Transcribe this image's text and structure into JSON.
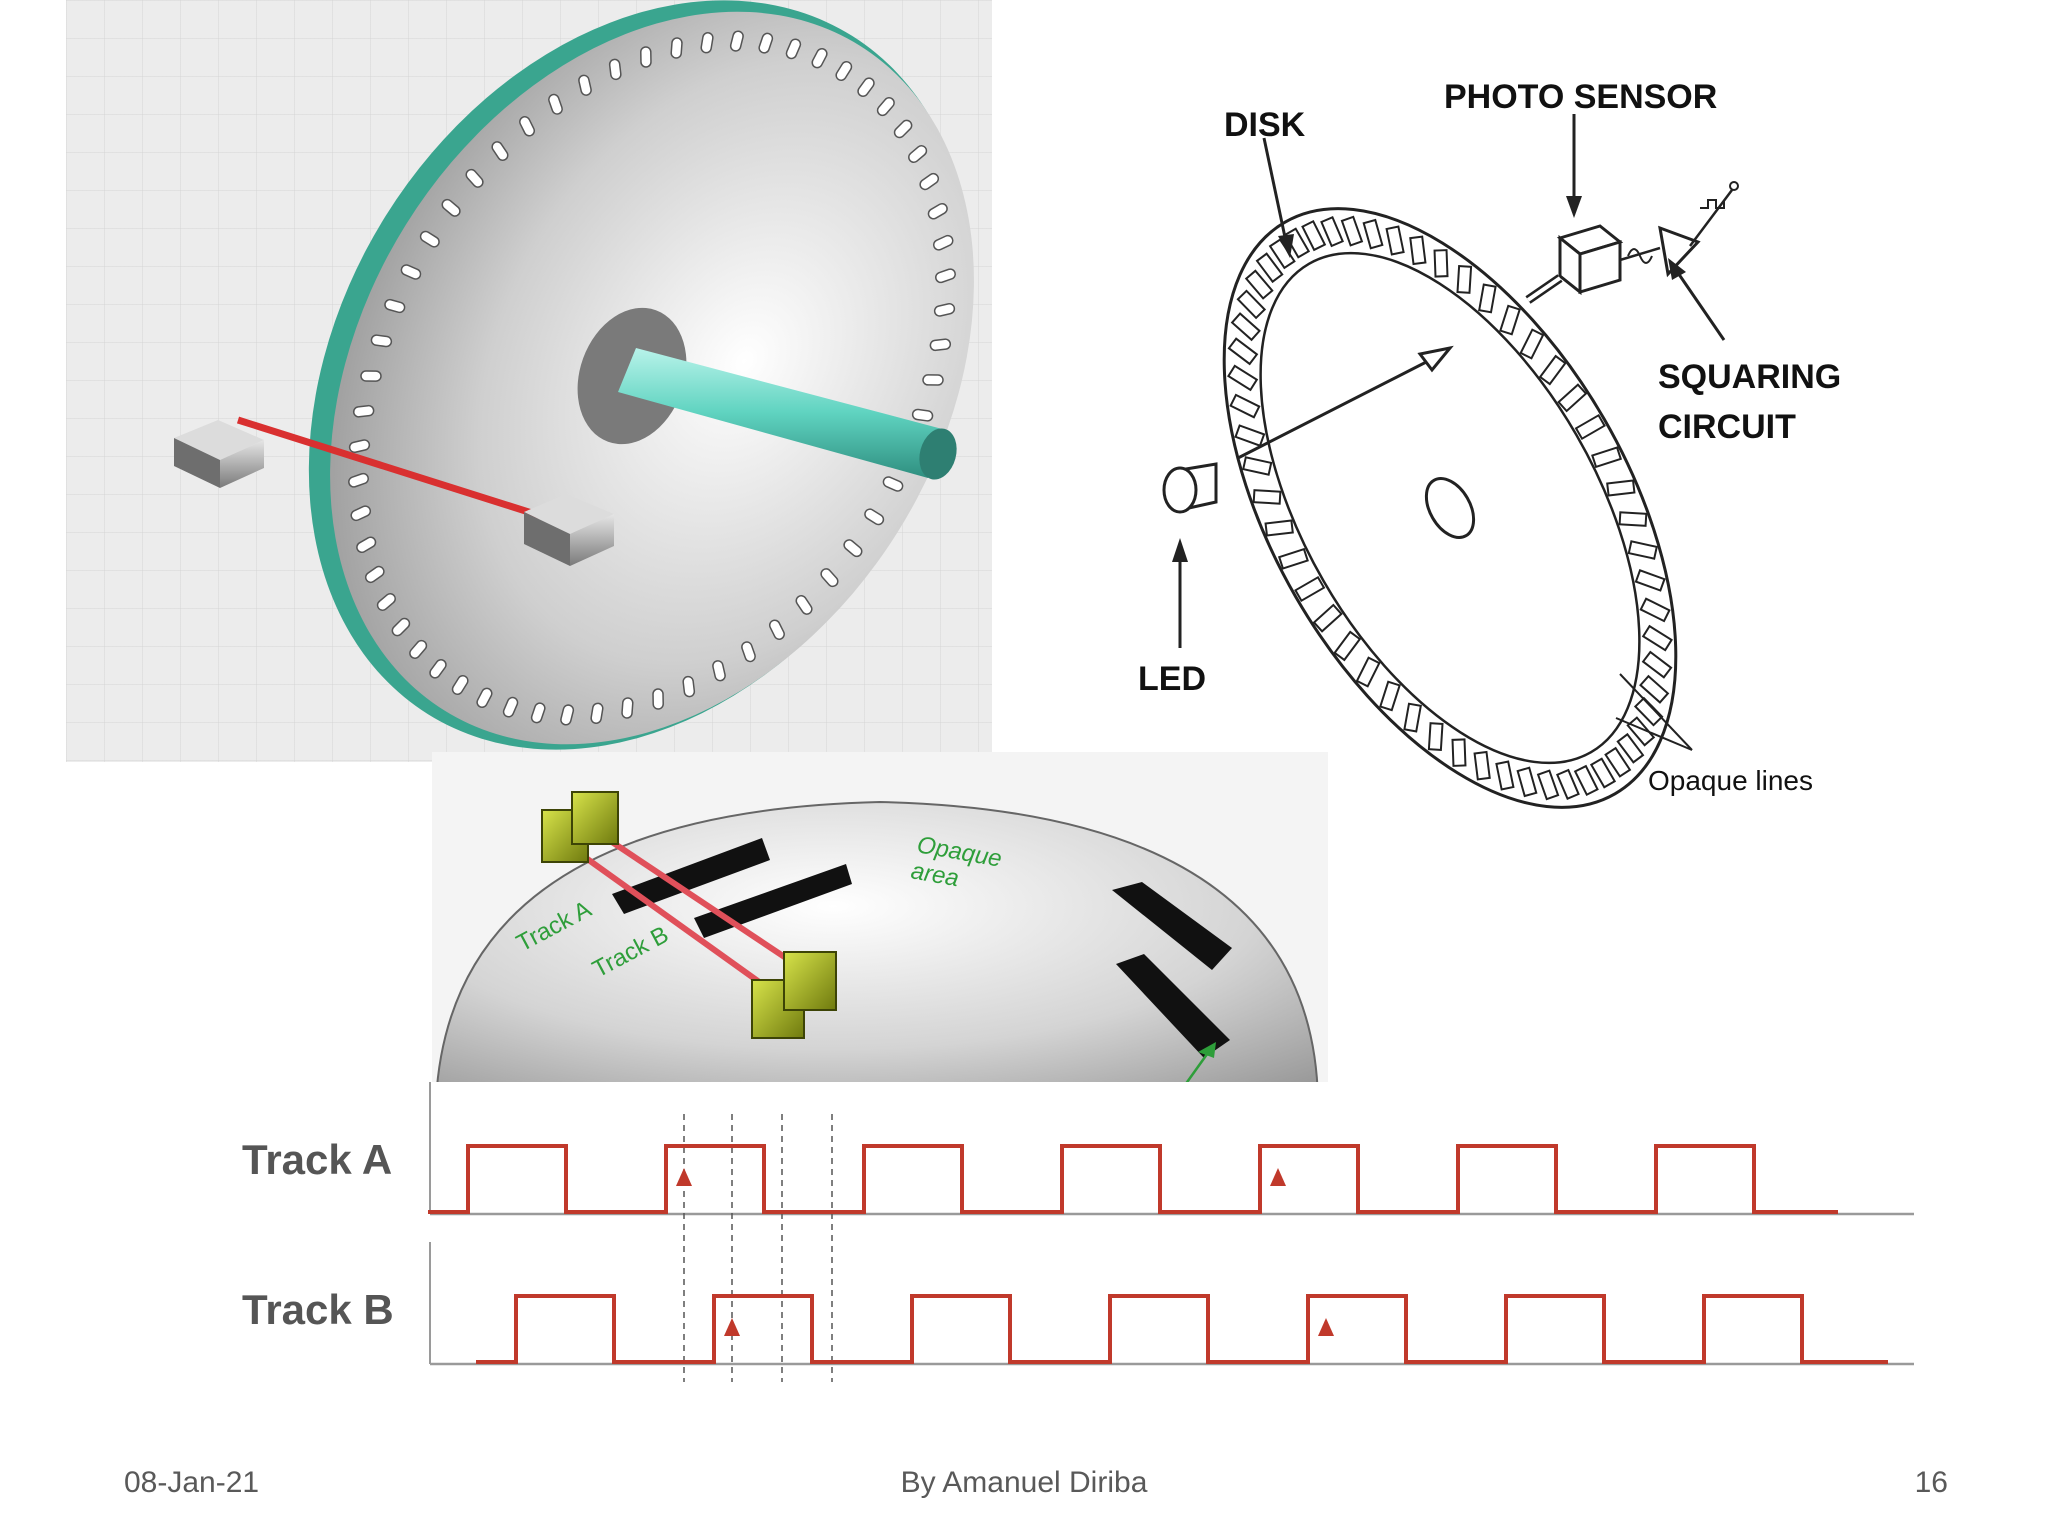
{
  "diagram_labels": {
    "disk": "DISK",
    "photo_sensor": "PHOTO SENSOR",
    "squaring_circuit_line1": "SQUARING",
    "squaring_circuit_line2": "CIRCUIT",
    "led": "LED",
    "opaque_lines": "Opaque lines"
  },
  "tracks_labels": {
    "opaque_area_line1": "Opaque",
    "opaque_area_line2": "area",
    "track_a": "Track A",
    "track_b": "Track B"
  },
  "waveform": {
    "track_a_label": "Track A",
    "track_b_label": "Track B"
  },
  "footer": {
    "date": "08-Jan-21",
    "author": "By Amanuel Diriba",
    "page": "16"
  },
  "colors": {
    "signal": "#c0392b",
    "axis": "#9a9a9a",
    "shaft": "#5fd3c0",
    "rim": "#3aa58f",
    "track_label": "#2e9e3a"
  }
}
